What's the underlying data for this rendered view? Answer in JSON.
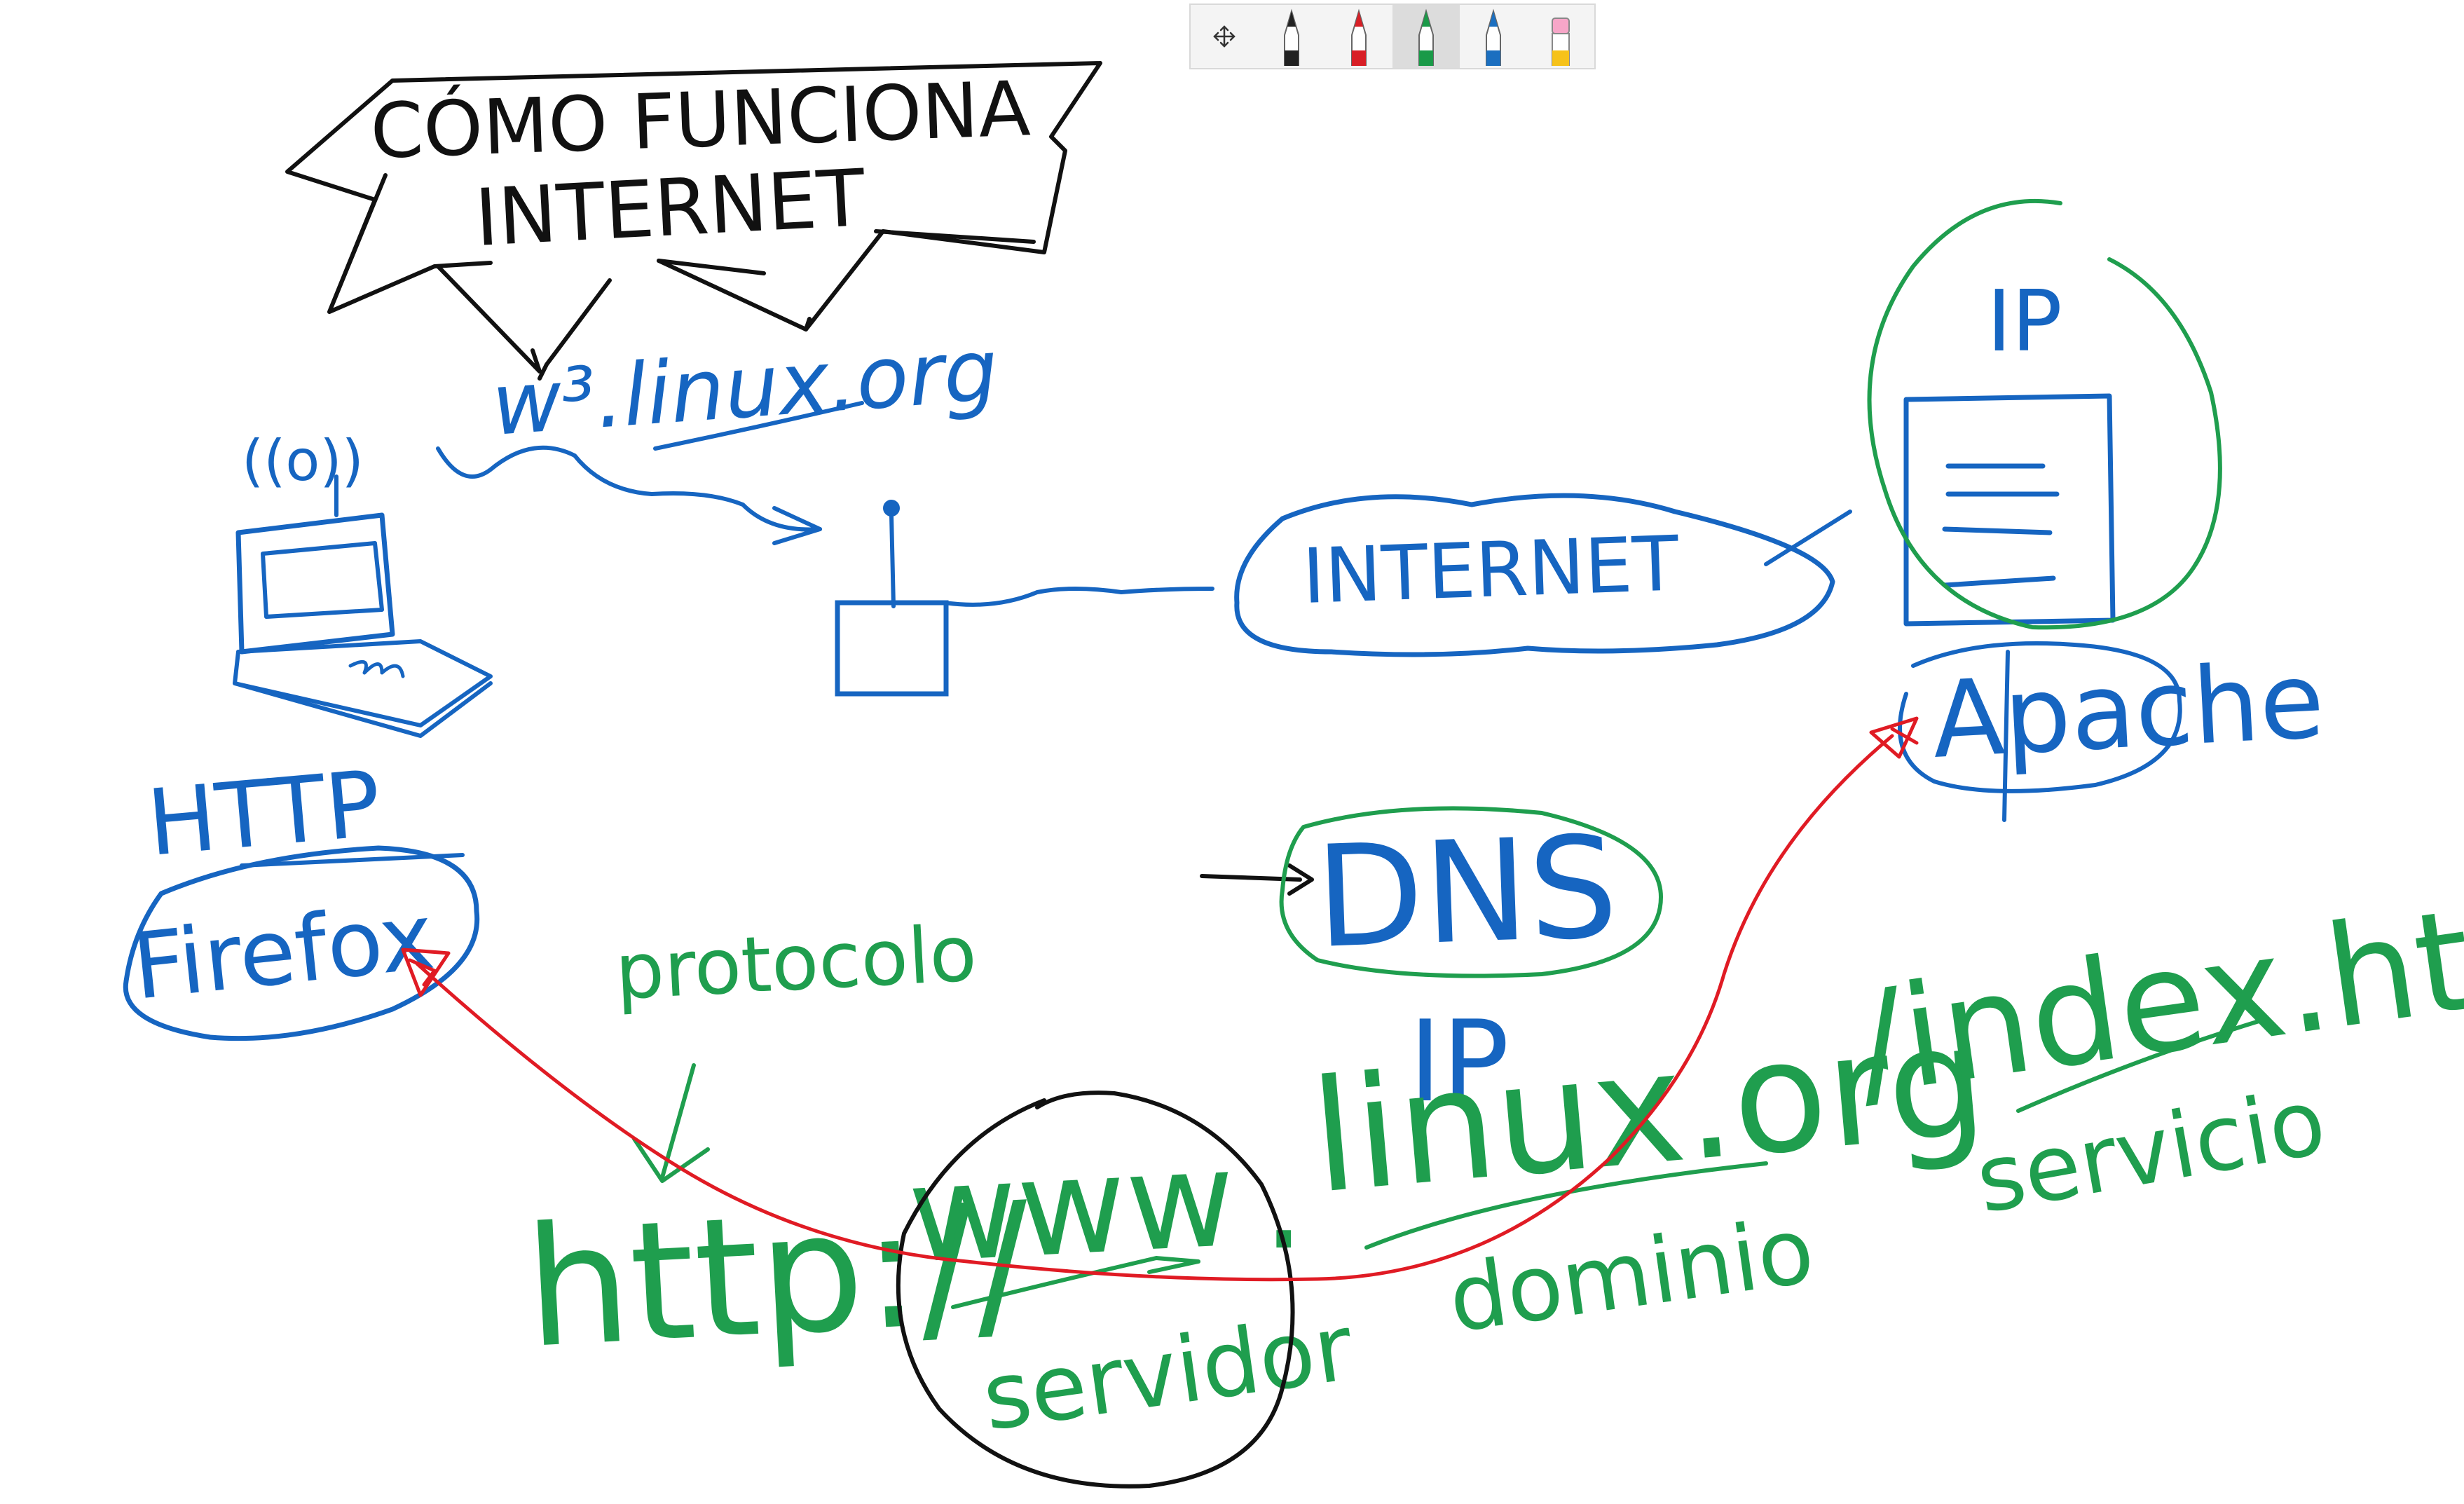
{
  "toolbar": {
    "tools": [
      {
        "name": "move",
        "icon": "move-icon"
      },
      {
        "name": "pen-black",
        "icon": "pen-icon",
        "color": "#222222"
      },
      {
        "name": "pen-red",
        "icon": "pen-icon",
        "color": "#d81f26"
      },
      {
        "name": "pen-green",
        "icon": "pen-icon",
        "color": "#1a9a48",
        "selected": true
      },
      {
        "name": "pen-blue",
        "icon": "pen-icon",
        "color": "#1b6fc0"
      },
      {
        "name": "highlighter",
        "icon": "highlighter-icon",
        "color": "#f6c21a"
      }
    ]
  },
  "colors": {
    "black": "#111111",
    "blue": "#1665c1",
    "green": "#1f9e4e",
    "red": "#e01b24"
  },
  "drawing": {
    "title_line1": "CÓMO FUNCIONA",
    "title_line2": "INTERNET",
    "url_top": "w³.linux.org",
    "signal": "((o))",
    "internet_cloud": "INTERNET",
    "server_ip": "IP",
    "apache": "Apache",
    "http": "HTTP",
    "firefox": "Firefox",
    "dns": "DNS",
    "dns_ip": "IP",
    "protocolo": "protocolo",
    "url_http": "http://",
    "url_www": "www",
    "url_dot": ".",
    "url_domain": "linux.org",
    "url_path": "/index.html",
    "servidor": "servidor",
    "dominio": "dominio",
    "servicio": "servicio"
  }
}
